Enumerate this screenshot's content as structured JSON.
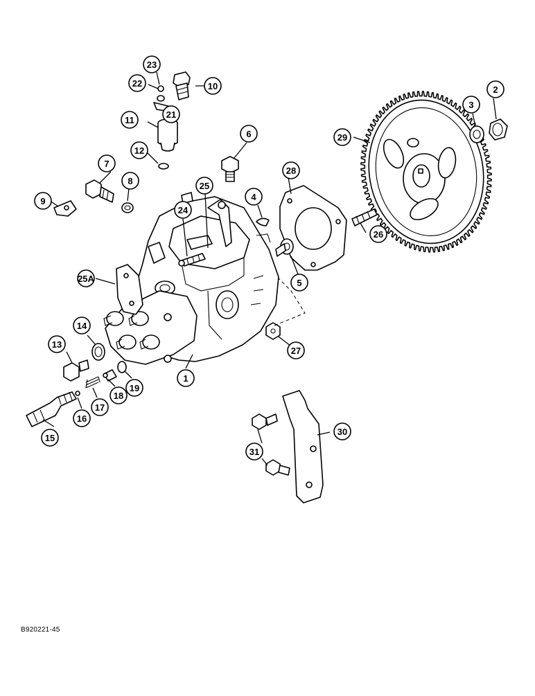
{
  "diagram": {
    "figure_code": "B920221-45",
    "callouts": [
      "1",
      "2",
      "3",
      "4",
      "5",
      "6",
      "7",
      "8",
      "9",
      "10",
      "11",
      "12",
      "13",
      "14",
      "15",
      "16",
      "17",
      "18",
      "19",
      "21",
      "22",
      "23",
      "24",
      "25",
      "25A",
      "26",
      "27",
      "28",
      "29",
      "30",
      "31"
    ]
  }
}
